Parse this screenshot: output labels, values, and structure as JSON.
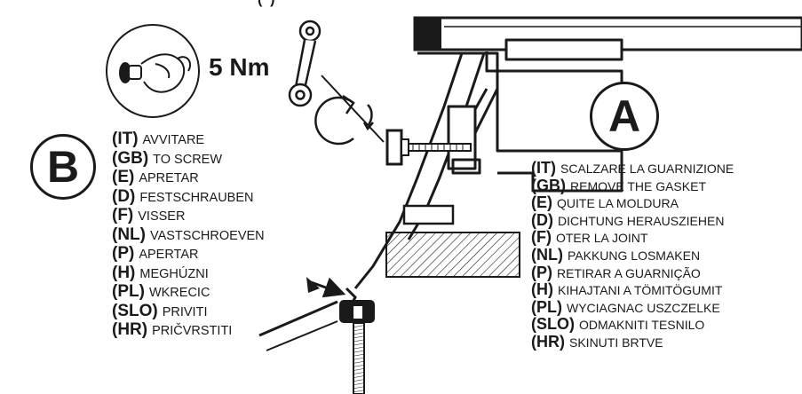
{
  "torque": "5 Nm",
  "label_a": "A",
  "label_b": "B",
  "list_b": [
    {
      "code": "(IT)",
      "text": "AVVITARE"
    },
    {
      "code": "(GB)",
      "text": "TO SCREW"
    },
    {
      "code": "(E)",
      "text": "APRETAR"
    },
    {
      "code": "(D)",
      "text": "FESTSCHRAUBEN"
    },
    {
      "code": "(F)",
      "text": "VISSER"
    },
    {
      "code": "(NL)",
      "text": "VASTSCHROEVEN"
    },
    {
      "code": "(P)",
      "text": "APERTAR"
    },
    {
      "code": "(H)",
      "text": "MEGHÚZNI"
    },
    {
      "code": "(PL)",
      "text": "WKRECIC"
    },
    {
      "code": "(SLO)",
      "text": "PRIVITI"
    },
    {
      "code": "(HR)",
      "text": "PRIČVRSTITI"
    }
  ],
  "list_a": [
    {
      "code": "(IT)",
      "text": "SCALZARE LA GUARNIZIONE"
    },
    {
      "code": "(GB)",
      "text": "REMOVE THE GASKET"
    },
    {
      "code": "(E)",
      "text": "QUITE LA MOLDURA"
    },
    {
      "code": "(D)",
      "text": "DICHTUNG HERAUSZIEHEN"
    },
    {
      "code": "(F)",
      "text": "OTER LA JOINT"
    },
    {
      "code": "(NL)",
      "text": "PAKKUNG LOSMAKEN"
    },
    {
      "code": "(P)",
      "text": "RETIRAR A GUARNIÇÃO"
    },
    {
      "code": "(H)",
      "text": "KIHAJTANI A TÖMITÖGUMIT"
    },
    {
      "code": "(PL)",
      "text": "WYCIAGNAC USZCZELKE"
    },
    {
      "code": "(SLO)",
      "text": "ODMAKNITI TESNILO"
    },
    {
      "code": "(HR)",
      "text": "SKINUTI BRTVE"
    }
  ]
}
